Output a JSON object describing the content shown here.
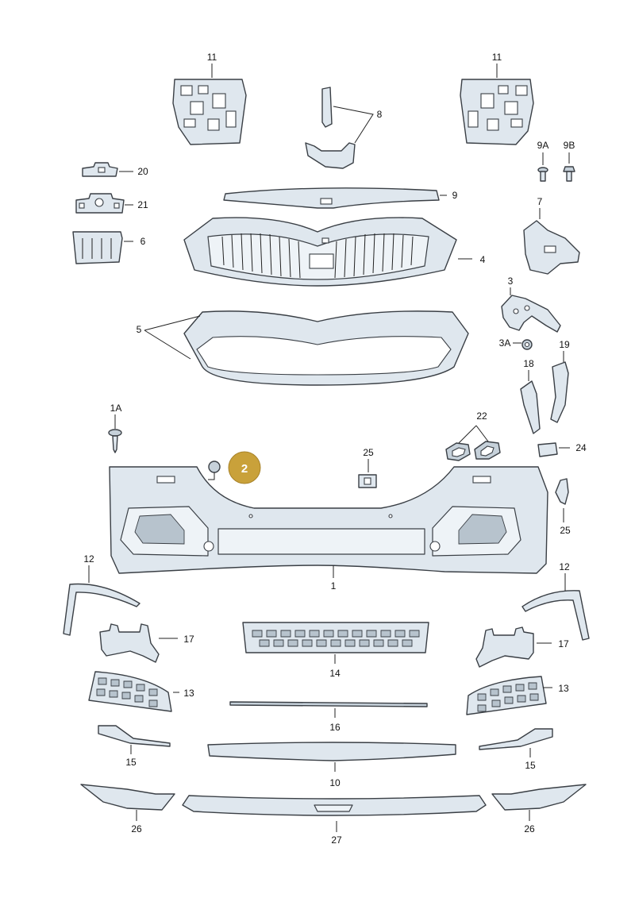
{
  "callouts": {
    "c11a": "11",
    "c11b": "11",
    "c8": "8",
    "c9a": "9A",
    "c9b": "9B",
    "c20": "20",
    "c21": "21",
    "c6": "6",
    "c9": "9",
    "c4": "4",
    "c7": "7",
    "c5": "5",
    "c3": "3",
    "c3a": "3A",
    "c19": "19",
    "c18": "18",
    "c1a": "1A",
    "c22": "22",
    "c24": "24",
    "c25a": "25",
    "c25b": "25",
    "c1": "1",
    "c12a": "12",
    "c12b": "12",
    "c17a": "17",
    "c17b": "17",
    "c14": "14",
    "c13a": "13",
    "c13b": "13",
    "c16": "16",
    "c15a": "15",
    "c15b": "15",
    "c10": "10",
    "c26a": "26",
    "c26b": "26",
    "c27": "27"
  },
  "badge": {
    "value": "2",
    "color": "#c9a13a"
  },
  "colors": {
    "part_fill": "#dfe7ee",
    "outline": "#3a3f45",
    "background": "#ffffff"
  }
}
